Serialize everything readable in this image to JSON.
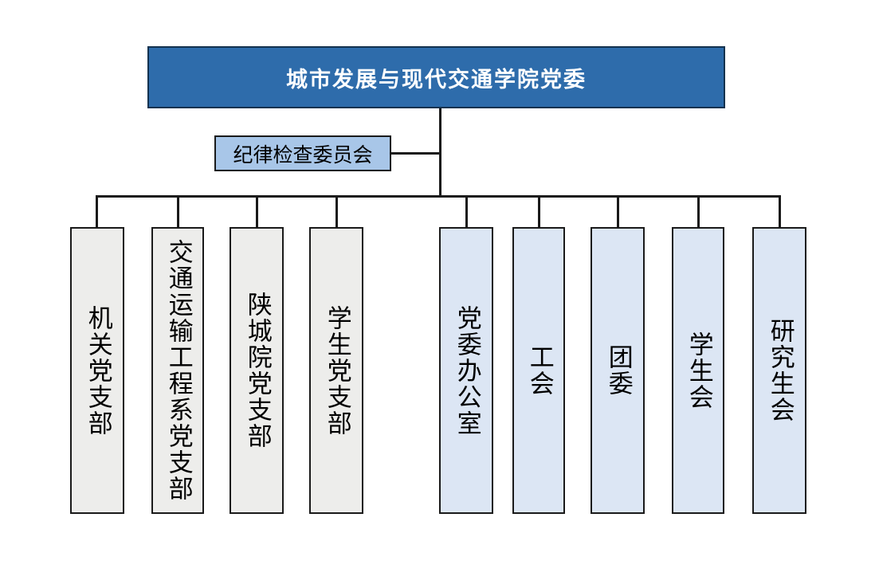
{
  "diagram": {
    "title_text": "城市发展与现代交通学院党委",
    "colors": {
      "root_fill": "#2E6CAB",
      "root_text": "#FFFFFF",
      "discipline_fill": "#A8C6E8",
      "branch_gray_fill": "#EDEDEB",
      "branch_blue_fill": "#DCE6F4",
      "line": "#1A1A1A",
      "background": "#FFFFFF"
    },
    "root": {
      "label": "城市发展与现代交通学院党委"
    },
    "discipline": {
      "label": "纪律检查委员会"
    },
    "branches": [
      {
        "label": "机关党支部",
        "group": "party-branch",
        "fill": "gray"
      },
      {
        "label": "交通运输工程系党支部",
        "group": "party-branch",
        "fill": "gray"
      },
      {
        "label": "陕城院党支部",
        "group": "party-branch",
        "fill": "gray"
      },
      {
        "label": "学生党支部",
        "group": "party-branch",
        "fill": "gray"
      },
      {
        "label": "党委办公室",
        "group": "organization",
        "fill": "blue"
      },
      {
        "label": "工会",
        "group": "organization",
        "fill": "blue"
      },
      {
        "label": "团委",
        "group": "organization",
        "fill": "blue"
      },
      {
        "label": "学生会",
        "group": "organization",
        "fill": "blue"
      },
      {
        "label": "研究生会",
        "group": "organization",
        "fill": "blue"
      }
    ]
  }
}
